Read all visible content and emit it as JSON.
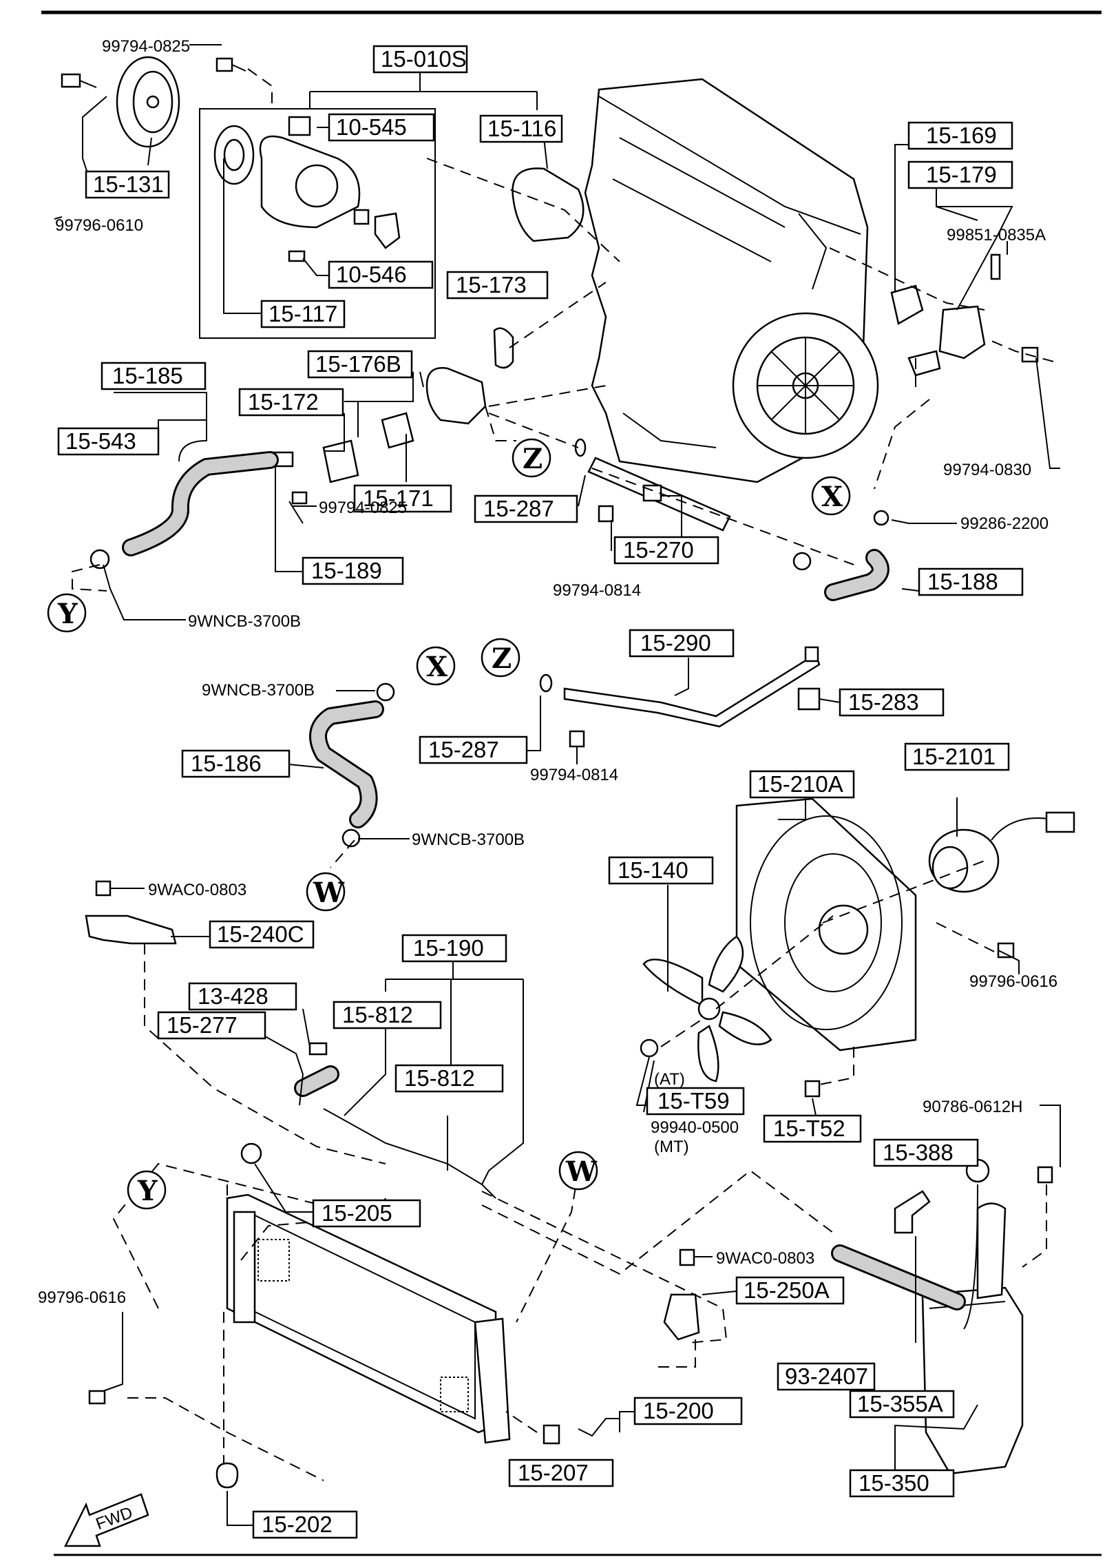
{
  "boxed_labels": {
    "p15_010S": "15-010S",
    "p10_545": "10-545",
    "p15_116": "15-116",
    "p15_131": "15-131",
    "p10_546": "10-546",
    "p15_117": "15-117",
    "p15_169": "15-169",
    "p15_179": "15-179",
    "p15_173": "15-173",
    "p15_176B": "15-176B",
    "p15_185": "15-185",
    "p15_172": "15-172",
    "p15_543": "15-543",
    "p15_171": "15-171",
    "p15_287a": "15-287",
    "p15_270": "15-270",
    "p15_189": "15-189",
    "p15_188": "15-188",
    "p15_290": "15-290",
    "p15_283": "15-283",
    "p15_287b": "15-287",
    "p15_186": "15-186",
    "p15_210A": "15-210A",
    "p15_2101": "15-2101",
    "p15_140": "15-140",
    "p15_240C": "15-240C",
    "p15_190": "15-190",
    "p13_428": "13-428",
    "p15_812a": "15-812",
    "p15_277": "15-277",
    "p15_812b": "15-812",
    "p15_T59": "15-T59",
    "p15_T52": "15-T52",
    "p15_388": "15-388",
    "p15_205": "15-205",
    "p15_250A": "15-250A",
    "p93_2407": "93-2407",
    "p15_355A": "15-355A",
    "p15_200": "15-200",
    "p15_350": "15-350",
    "p15_207": "15-207",
    "p15_202": "15-202"
  },
  "plain_labels": {
    "b99794_0825_top": "99794-0825",
    "b99796_0610": "99796-0610",
    "b99851_0835A": "99851-0835A",
    "b99794_0825_mid": "99794-0825",
    "b99794_0830": "99794-0830",
    "b99286_2200": "99286-2200",
    "b99794_0814_a": "99794-0814",
    "b9WNCB_3700B_a": "9WNCB-3700B",
    "b9WNCB_3700B_b": "9WNCB-3700B",
    "b99794_0814_b": "99794-0814",
    "b9WNCB_3700B_c": "9WNCB-3700B",
    "b9WAC0_0803_a": "9WAC0-0803",
    "b99796_0616_a": "99796-0616",
    "at": "(AT)",
    "b99940_0500": "99940-0500",
    "mt": "(MT)",
    "b90786_0612H": "90786-0612H",
    "b9WAC0_0803_b": "9WAC0-0803",
    "b99796_0616_b": "99796-0616",
    "fwd": "FWD"
  },
  "connector_markers": {
    "z1": "Z",
    "x1": "X",
    "y1": "Y",
    "x2": "X",
    "z2": "Z",
    "w1": "W",
    "y2": "Y",
    "w2": "W"
  }
}
